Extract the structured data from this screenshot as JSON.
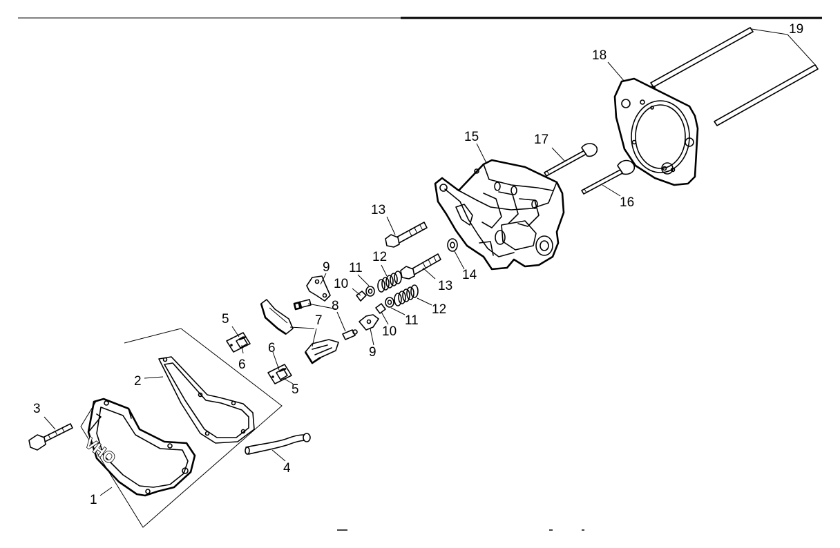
{
  "diagram": {
    "cover_marking": "OHV",
    "callouts": [
      {
        "id": "c1",
        "text": "1"
      },
      {
        "id": "c2",
        "text": "2"
      },
      {
        "id": "c3",
        "text": "3"
      },
      {
        "id": "c4",
        "text": "4"
      },
      {
        "id": "c5a",
        "text": "5"
      },
      {
        "id": "c5b",
        "text": "5"
      },
      {
        "id": "c6a",
        "text": "6"
      },
      {
        "id": "c6b",
        "text": "6"
      },
      {
        "id": "c7",
        "text": "7"
      },
      {
        "id": "c8",
        "text": "8"
      },
      {
        "id": "c9a",
        "text": "9"
      },
      {
        "id": "c9b",
        "text": "9"
      },
      {
        "id": "c10a",
        "text": "10"
      },
      {
        "id": "c10b",
        "text": "10"
      },
      {
        "id": "c11a",
        "text": "11"
      },
      {
        "id": "c11b",
        "text": "11"
      },
      {
        "id": "c12a",
        "text": "12"
      },
      {
        "id": "c12b",
        "text": "12"
      },
      {
        "id": "c13a",
        "text": "13"
      },
      {
        "id": "c13b",
        "text": "13"
      },
      {
        "id": "c14",
        "text": "14"
      },
      {
        "id": "c15",
        "text": "15"
      },
      {
        "id": "c16",
        "text": "16"
      },
      {
        "id": "c17",
        "text": "17"
      },
      {
        "id": "c18",
        "text": "18"
      },
      {
        "id": "c19",
        "text": "19"
      }
    ]
  }
}
